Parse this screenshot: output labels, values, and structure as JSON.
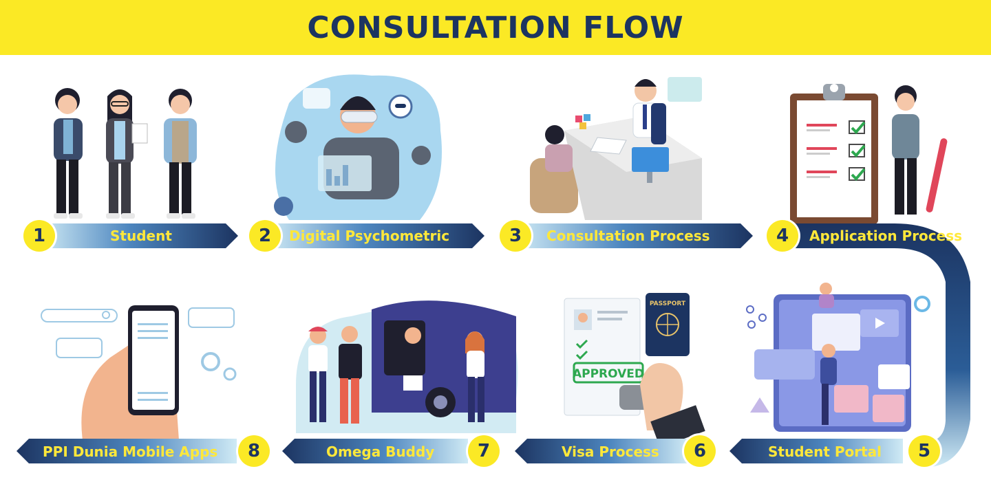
{
  "title": "CONSULTATION FLOW",
  "steps": [
    {
      "number": "1",
      "label": "Student"
    },
    {
      "number": "2",
      "label": "Digital Psychometric"
    },
    {
      "number": "3",
      "label": "Consultation Process"
    },
    {
      "number": "4",
      "label": "Application Process"
    },
    {
      "number": "5",
      "label": "Student Portal"
    },
    {
      "number": "6",
      "label": "Visa Process"
    },
    {
      "number": "7",
      "label": "Omega Buddy"
    },
    {
      "number": "8",
      "label": "PPI Dunia Mobile Apps"
    }
  ],
  "illustrations": {
    "passport_text": "PASSPORT",
    "stamp_text": "APPROVED"
  },
  "colors": {
    "header_bg": "#FBE925",
    "title": "#1C3461",
    "ribbon_dark": "#1C3461",
    "ribbon_light": "#BFE3F2",
    "badge": "#FBE925",
    "label": "#FFE83A"
  }
}
